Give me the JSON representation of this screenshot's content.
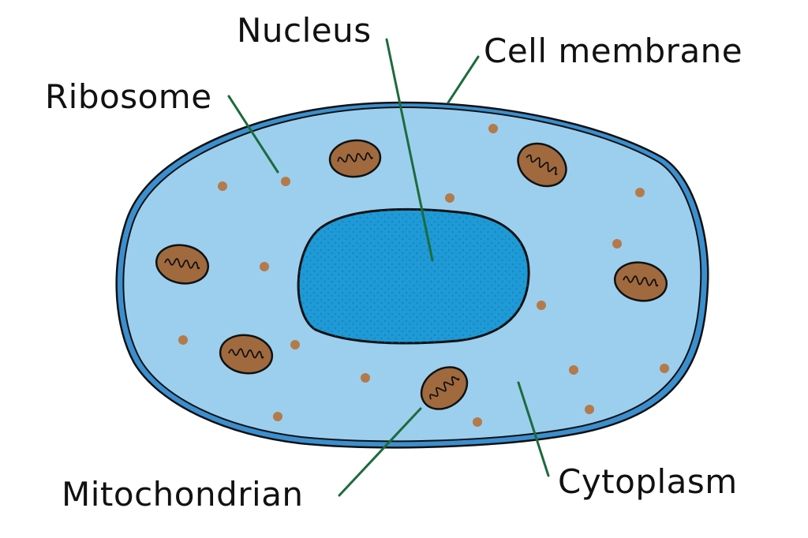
{
  "labels": {
    "nucleus": "Nucleus",
    "cell_membrane": "Cell membrane",
    "ribosome": "Ribosome",
    "mitochondrian": "Mitochondrian",
    "cytoplasm": "Cytoplasm"
  },
  "colors": {
    "cytoplasm_fill": "#9ccfee",
    "membrane_outer": "#3b8fcf",
    "nucleus_fill": "#1e9ad6",
    "nucleus_dots": "#1570a8",
    "mitochondrion_fill": "#a06a3e",
    "ribosome_fill": "#b47a4a",
    "leader_line": "#1d6b3c",
    "outline": "#111111"
  }
}
